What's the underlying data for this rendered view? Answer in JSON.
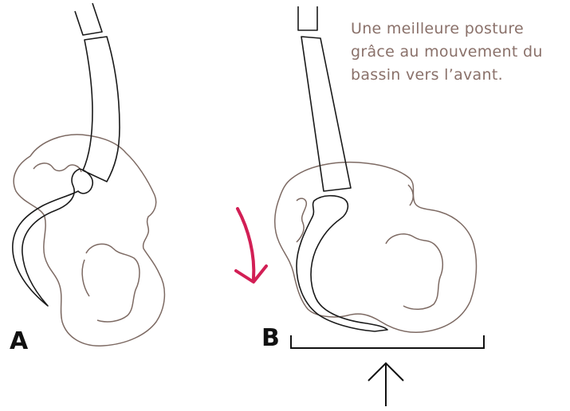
{
  "caption": {
    "lines": [
      "Une meilleure posture",
      "grâce au mouvement du",
      "bassin vers l’avant."
    ]
  },
  "panels": [
    {
      "label": "A"
    },
    {
      "label": "B"
    }
  ],
  "colors": {
    "pelvis_outline": "#7d6a63",
    "spine_outline": "#1a1a1a",
    "rotation_arrow": "#d21f55",
    "support_arrow": "#111111",
    "caption_text": "#8a716a"
  }
}
